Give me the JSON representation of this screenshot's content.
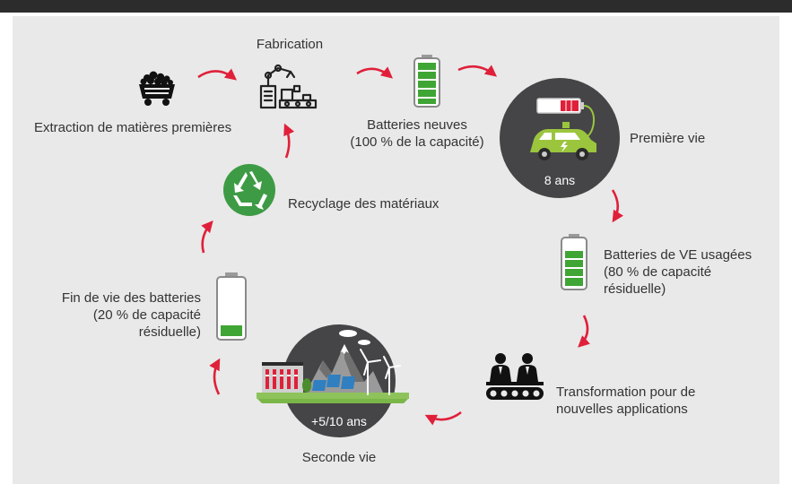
{
  "diagram": {
    "labels": {
      "fabrication": "Fabrication",
      "extraction": "Extraction de matières premières",
      "new_batteries": [
        "Batteries neuves",
        "(100 % de la capacité)"
      ],
      "first_life": "Première vie",
      "first_life_years": "8 ans",
      "recycling": "Recyclage des matériaux",
      "used_ev_batteries": [
        "Batteries de VE usagées",
        "(80 % de capacité",
        "résiduelle)"
      ],
      "end_of_life": [
        "Fin de vie des batteries",
        "(20 % de capacité",
        "résiduelle)"
      ],
      "transformation": [
        "Transformation pour de",
        "nouvelles applications"
      ],
      "second_life": "Seconde vie",
      "second_life_years": "+5/10 ans"
    },
    "colors": {
      "background": "#e9e9e9",
      "top_bar": "#2c2c2c",
      "arrow": "#e0203a",
      "battery_green": "#3fa535",
      "recycle_green": "#3e9b45",
      "dark_circle": "#454547",
      "ev_car": "#9bc53d"
    },
    "icons": [
      "mine-cart-icon",
      "robot-arm-factory-icon",
      "battery-full-icon",
      "ev-car-charging-icon",
      "recycle-icon",
      "battery-80-icon",
      "battery-20-icon",
      "workers-conveyor-icon",
      "energy-storage-landscape-icon"
    ],
    "battery_levels": {
      "new": 1.0,
      "used": 0.8,
      "end_of_life": 0.2
    }
  }
}
